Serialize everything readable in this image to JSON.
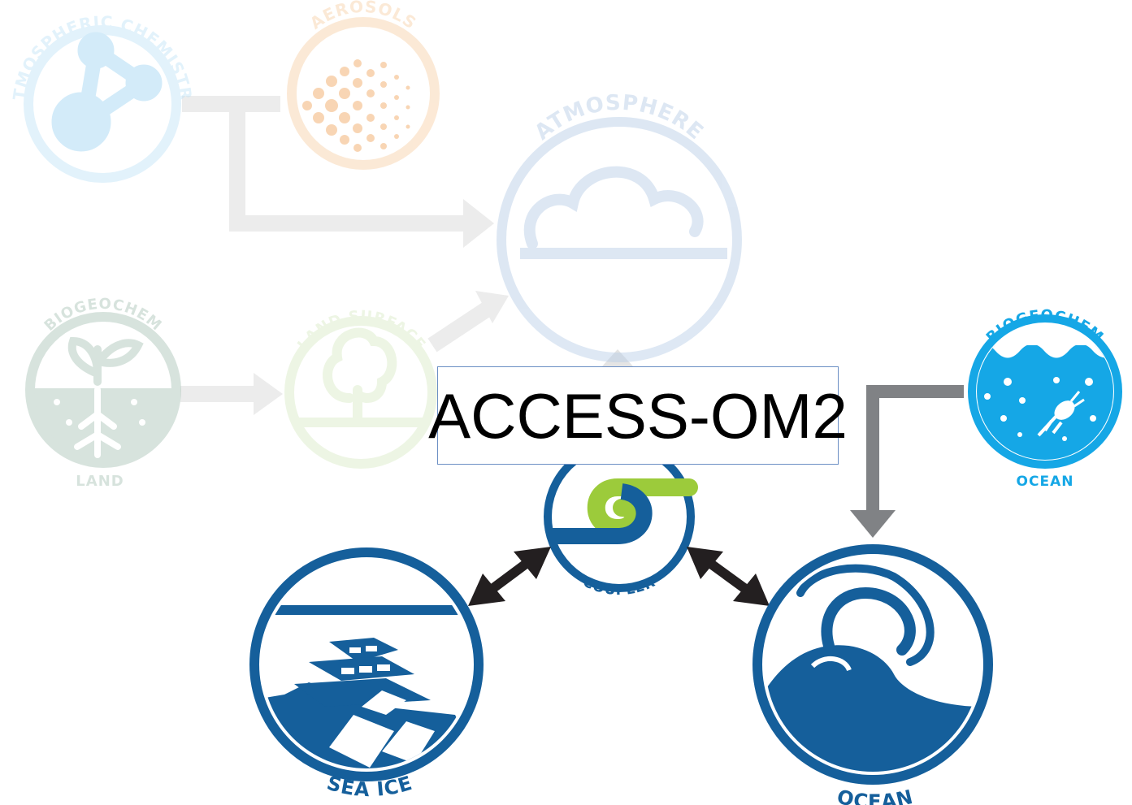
{
  "diagram": {
    "title": "ACCESS-OM2",
    "components": {
      "atmospheric_chemistry": {
        "label": "ATMOSPHERIC CHEMISTRY",
        "active": false,
        "icon": "molecule-icon",
        "color": "#7fc6ef"
      },
      "aerosols": {
        "label": "AEROSOLS",
        "active": false,
        "icon": "particles-icon",
        "color": "#f0a45a"
      },
      "atmosphere": {
        "label": "ATMOSPHERE",
        "active": false,
        "icon": "cloud-icon",
        "color": "#8faed3"
      },
      "biogeochem_land": {
        "label_top": "BIOGEOCHEM",
        "label_bottom": "LAND",
        "active": false,
        "icon": "sprout-icon",
        "color": "#6f9a82"
      },
      "land_surface": {
        "label": "LAND SURFACE",
        "active": false,
        "icon": "tree-icon",
        "color": "#b6d98a"
      },
      "biogeochem_ocean": {
        "label_top": "BIOGEOCHEM",
        "label_bottom": "OCEAN",
        "active": true,
        "icon": "plankton-icon",
        "color": "#15a7e6"
      },
      "coupler": {
        "label": "COUPLER",
        "active": true,
        "icon": "coupler-swirl-icon",
        "color": "#155f9b",
        "accent": "#9ccb3b"
      },
      "sea_ice": {
        "label": "SEA ICE",
        "active": true,
        "icon": "ice-floes-icon",
        "color": "#155f9b"
      },
      "ocean": {
        "label": "OCEAN",
        "active": true,
        "icon": "wave-icon",
        "color": "#155f9b"
      }
    },
    "arrow_colors": {
      "faded": "#ececec",
      "active_feed": "#808285",
      "bidirectional": "#231f20"
    }
  }
}
